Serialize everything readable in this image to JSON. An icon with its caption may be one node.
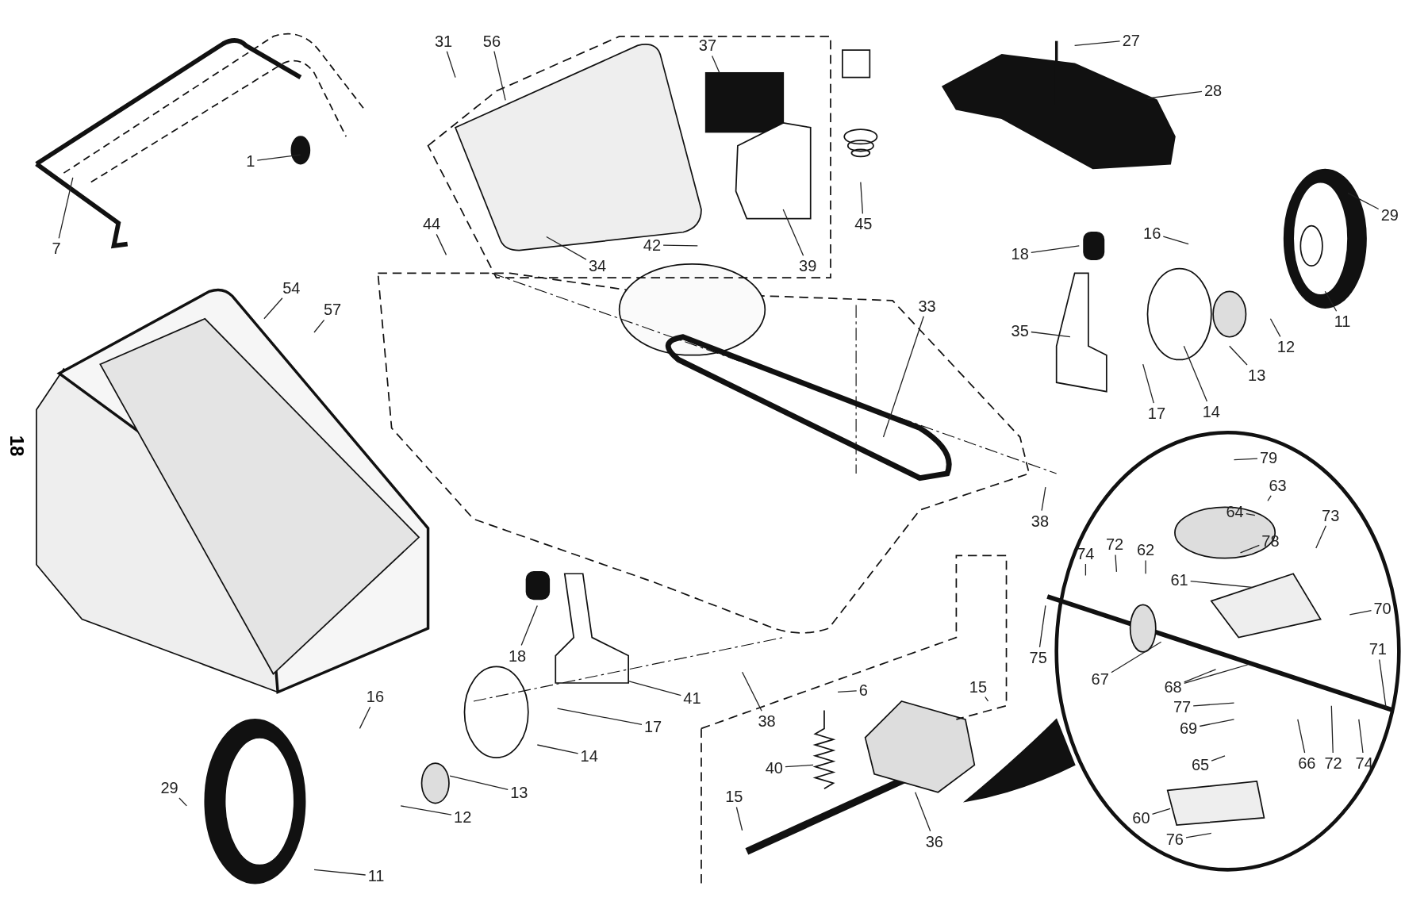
{
  "diagram": {
    "nodes": [
      {
        "text": [
          "31"
        ]
      },
      {
        "text": [
          "56"
        ]
      },
      {
        "text": [
          "37"
        ]
      },
      {
        "text": [
          "27"
        ]
      },
      {
        "text": [
          "28"
        ]
      },
      {
        "text": [
          "1"
        ]
      },
      {
        "text": [
          "7"
        ]
      },
      {
        "text": [
          "44"
        ]
      },
      {
        "text": [
          "45"
        ]
      },
      {
        "text": [
          "42"
        ]
      },
      {
        "text": [
          "34"
        ]
      },
      {
        "text": [
          "39"
        ]
      },
      {
        "text": [
          "29"
        ]
      },
      {
        "text": [
          "16"
        ]
      },
      {
        "text": [
          "18"
        ]
      },
      {
        "text": [
          "54"
        ]
      },
      {
        "text": [
          "57"
        ]
      },
      {
        "text": [
          "33"
        ]
      },
      {
        "text": [
          "35"
        ]
      },
      {
        "text": [
          "11"
        ]
      },
      {
        "text": [
          "12"
        ]
      },
      {
        "text": [
          "13"
        ]
      },
      {
        "text": [
          "17"
        ]
      },
      {
        "text": [
          "14"
        ]
      },
      {
        "text": [
          "79"
        ]
      },
      {
        "text": [
          "63"
        ]
      },
      {
        "text": [
          "64"
        ]
      },
      {
        "text": [
          "73"
        ]
      },
      {
        "text": [
          "74"
        ]
      },
      {
        "text": [
          "72"
        ]
      },
      {
        "text": [
          "62"
        ]
      },
      {
        "text": [
          "78"
        ]
      },
      {
        "text": [
          "61"
        ]
      },
      {
        "text": [
          "70"
        ]
      },
      {
        "text": [
          "75"
        ]
      },
      {
        "text": [
          "71"
        ]
      },
      {
        "text": [
          "67"
        ]
      },
      {
        "text": [
          "68"
        ]
      },
      {
        "text": [
          "77"
        ]
      },
      {
        "text": [
          "69"
        ]
      },
      {
        "text": [
          "65"
        ]
      },
      {
        "text": [
          "66"
        ]
      },
      {
        "text": [
          "72"
        ]
      },
      {
        "text": [
          "74"
        ]
      },
      {
        "text": [
          "60"
        ]
      },
      {
        "text": [
          "76"
        ]
      },
      {
        "text": [
          "38"
        ]
      },
      {
        "text": [
          "18"
        ]
      },
      {
        "text": [
          "41"
        ]
      },
      {
        "text": [
          "6"
        ]
      },
      {
        "text": [
          "15"
        ]
      },
      {
        "text": [
          "38"
        ]
      },
      {
        "text": [
          "16"
        ]
      },
      {
        "text": [
          "17"
        ]
      },
      {
        "text": [
          "14"
        ]
      },
      {
        "text": [
          "40"
        ]
      },
      {
        "text": [
          "13"
        ]
      },
      {
        "text": [
          "29"
        ]
      },
      {
        "text": [
          "12"
        ]
      },
      {
        "text": [
          "15"
        ]
      },
      {
        "text": [
          "36"
        ]
      },
      {
        "text": [
          "11"
        ]
      }
    ],
    "edges": [
      {
        "from": 0,
        "to": null,
        "arrow": "none"
      },
      {
        "from": 1,
        "to": null,
        "arrow": "none"
      },
      {
        "from": 2,
        "to": null,
        "arrow": "none"
      },
      {
        "from": 3,
        "to": null,
        "arrow": "none"
      },
      {
        "from": 4,
        "to": null,
        "arrow": "none"
      },
      {
        "from": 5,
        "to": null,
        "arrow": "none"
      },
      {
        "from": 6,
        "to": null,
        "arrow": "none"
      },
      {
        "from": 7,
        "to": null,
        "arrow": "none"
      },
      {
        "from": 8,
        "to": null,
        "arrow": "none"
      },
      {
        "from": 9,
        "to": null,
        "arrow": "none"
      },
      {
        "from": 10,
        "to": null,
        "arrow": "none"
      },
      {
        "from": 11,
        "to": null,
        "arrow": "none"
      },
      {
        "from": 12,
        "to": null,
        "arrow": "none"
      },
      {
        "from": 13,
        "to": null,
        "arrow": "none"
      },
      {
        "from": 14,
        "to": null,
        "arrow": "none"
      },
      {
        "from": 15,
        "to": null,
        "arrow": "none"
      },
      {
        "from": 16,
        "to": null,
        "arrow": "none"
      },
      {
        "from": 17,
        "to": null,
        "arrow": "none"
      },
      {
        "from": 18,
        "to": null,
        "arrow": "none"
      },
      {
        "from": 19,
        "to": null,
        "arrow": "none"
      },
      {
        "from": 20,
        "to": null,
        "arrow": "none"
      },
      {
        "from": 21,
        "to": null,
        "arrow": "none"
      },
      {
        "from": 22,
        "to": null,
        "arrow": "none"
      },
      {
        "from": 23,
        "to": null,
        "arrow": "none"
      },
      {
        "from": 24,
        "to": null,
        "arrow": "none"
      },
      {
        "from": 25,
        "to": null,
        "arrow": "none"
      },
      {
        "from": 26,
        "to": null,
        "arrow": "none"
      },
      {
        "from": 27,
        "to": null,
        "arrow": "none"
      },
      {
        "from": 28,
        "to": null,
        "arrow": "none"
      },
      {
        "from": 29,
        "to": null,
        "arrow": "none"
      },
      {
        "from": 30,
        "to": null,
        "arrow": "none"
      },
      {
        "from": 31,
        "to": null,
        "arrow": "none"
      },
      {
        "from": 32,
        "to": null,
        "arrow": "none"
      },
      {
        "from": 33,
        "to": null,
        "arrow": "none"
      },
      {
        "from": 34,
        "to": null,
        "arrow": "none"
      },
      {
        "from": 35,
        "to": null,
        "arrow": "none"
      },
      {
        "from": 36,
        "to": null,
        "arrow": "none"
      },
      {
        "from": 37,
        "to": null,
        "arrow": "none"
      },
      {
        "from": 37,
        "to": null,
        "arrow": "none"
      },
      {
        "from": 38,
        "to": null,
        "arrow": "none"
      },
      {
        "from": 39,
        "to": null,
        "arrow": "none"
      },
      {
        "from": 40,
        "to": null,
        "arrow": "none"
      },
      {
        "from": 41,
        "to": null,
        "arrow": "none"
      },
      {
        "from": 42,
        "to": null,
        "arrow": "none"
      },
      {
        "from": 43,
        "to": null,
        "arrow": "none"
      },
      {
        "from": 44,
        "to": null,
        "arrow": "none"
      },
      {
        "from": 45,
        "to": null,
        "arrow": "none"
      },
      {
        "from": 46,
        "to": null,
        "arrow": "none"
      },
      {
        "from": 47,
        "to": null,
        "arrow": "none"
      },
      {
        "from": 48,
        "to": null,
        "arrow": "none"
      },
      {
        "from": 49,
        "to": null,
        "arrow": "none"
      },
      {
        "from": 50,
        "to": null,
        "arrow": "none"
      },
      {
        "from": 51,
        "to": null,
        "arrow": "none"
      },
      {
        "from": 52,
        "to": null,
        "arrow": "none"
      },
      {
        "from": 53,
        "to": null,
        "arrow": "none"
      },
      {
        "from": 54,
        "to": null,
        "arrow": "none"
      },
      {
        "from": 55,
        "to": null,
        "arrow": "none"
      },
      {
        "from": 56,
        "to": null,
        "arrow": "none"
      },
      {
        "from": 57,
        "to": null,
        "arrow": "none"
      },
      {
        "from": 58,
        "to": null,
        "arrow": "none"
      },
      {
        "from": 59,
        "to": null,
        "arrow": "none"
      },
      {
        "from": 60,
        "to": null,
        "arrow": "none"
      },
      {
        "from": 61,
        "to": null,
        "arrow": "none"
      }
    ],
    "labels": [
      "18"
    ]
  }
}
